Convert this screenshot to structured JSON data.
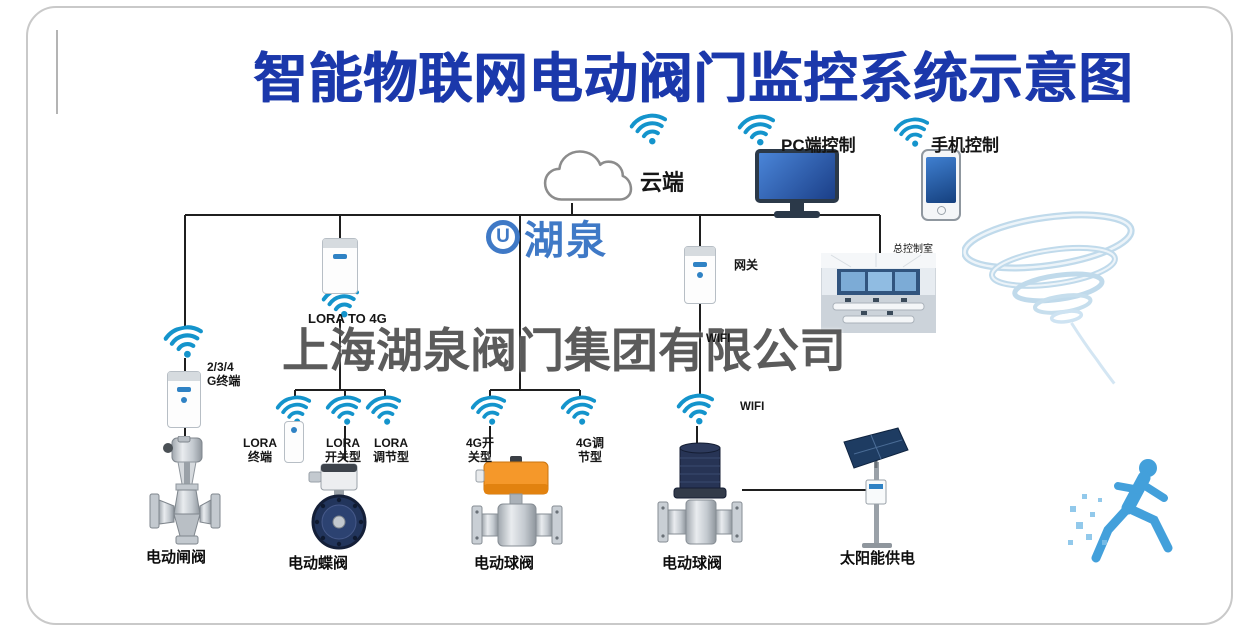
{
  "title": "智能物联网电动阀门监控系统示意图",
  "watermark": "上海湖泉阀门集团有限公司",
  "logo": {
    "brand": "湖泉",
    "monogram": "U"
  },
  "top": {
    "cloud_label": "云端",
    "pc_control_label": "PC端控制",
    "mobile_control_label": "手机控制"
  },
  "network": {
    "gateway_label": "网关",
    "control_room_label": "总控制室",
    "lora_to_4g_label": "LORA TO 4G",
    "terminal_234g": [
      "2/3/4",
      "G终端"
    ],
    "wifi_label_upper": "WIFI",
    "wifi_label_lower": "WIFI",
    "lora_terminal": [
      "LORA",
      "终端"
    ],
    "lora_switch": [
      "LORA",
      "开关型"
    ],
    "lora_adjust": [
      "LORA",
      "调节型"
    ],
    "g4_switch": [
      "4G开",
      "关型"
    ],
    "g4_adjust": [
      "4G调",
      "节型"
    ]
  },
  "equipment": {
    "gate_valve_label": "电动闸阀",
    "butterfly_valve_label": "电动蝶阀",
    "ball_valve1_label": "电动球阀",
    "ball_valve2_label": "电动球阀",
    "solar_label": "太阳能供电"
  },
  "colors": {
    "title_blue": "#1b38ab",
    "wifi_teal": "#1494cc",
    "brand_blue": "#2f6ec2",
    "line_black": "#1f1f1f",
    "actuator_orange": "#f5982a",
    "valve_navy": "#22355c"
  }
}
